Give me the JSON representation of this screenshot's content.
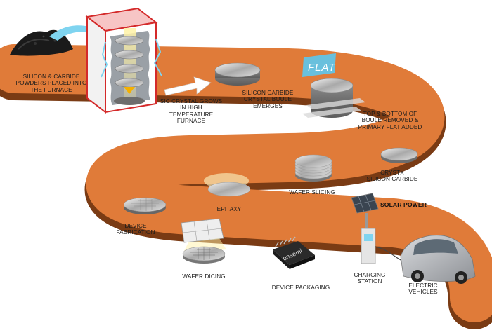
{
  "labels": {
    "powders": [
      "SILICON & CARBIDE",
      "POWDERS PLACED INTO",
      "THE FURNACE"
    ],
    "crystal_grows": [
      "SIC CRYSTAL GROWS",
      "IN HIGH TEMPERATURE",
      "FURNACE"
    ],
    "boule_emerges": [
      "SILICON CARBIDE",
      "CRYSTAL BOULE",
      "EMERGES"
    ],
    "flat_added": [
      "TOP & BOTTOM OF",
      "BOULE REMOVED &",
      "PRIMARY FLAT ADDED"
    ],
    "crystx": [
      "CRYSTX",
      "SILICON CARBIDE"
    ],
    "wafer_slicing": [
      "WAFER SLICING"
    ],
    "epitaxy": [
      "EPITAXY"
    ],
    "device_fabrication": [
      "DEVICE",
      "FABRICATION"
    ],
    "wafer_dicing": [
      "WAFER DICING"
    ],
    "device_packaging": [
      "DEVICE PACKAGING"
    ],
    "charging_station": [
      "CHARGING",
      "STATION"
    ],
    "electric_vehicles": [
      "ELECTRIC",
      "VEHICLES"
    ],
    "solar_power": [
      "SOLAR POWER"
    ]
  },
  "flat_tag": "FLAT",
  "chip_brand": "onsemi",
  "colors": {
    "road": "#e07b39",
    "road_shadow": "#7a3b14",
    "furnace_frame": "#d42a2a",
    "arrow_blue": "#7fd4f0",
    "flat_tag": "#5cc8ef",
    "car": "#b9bcc0"
  }
}
